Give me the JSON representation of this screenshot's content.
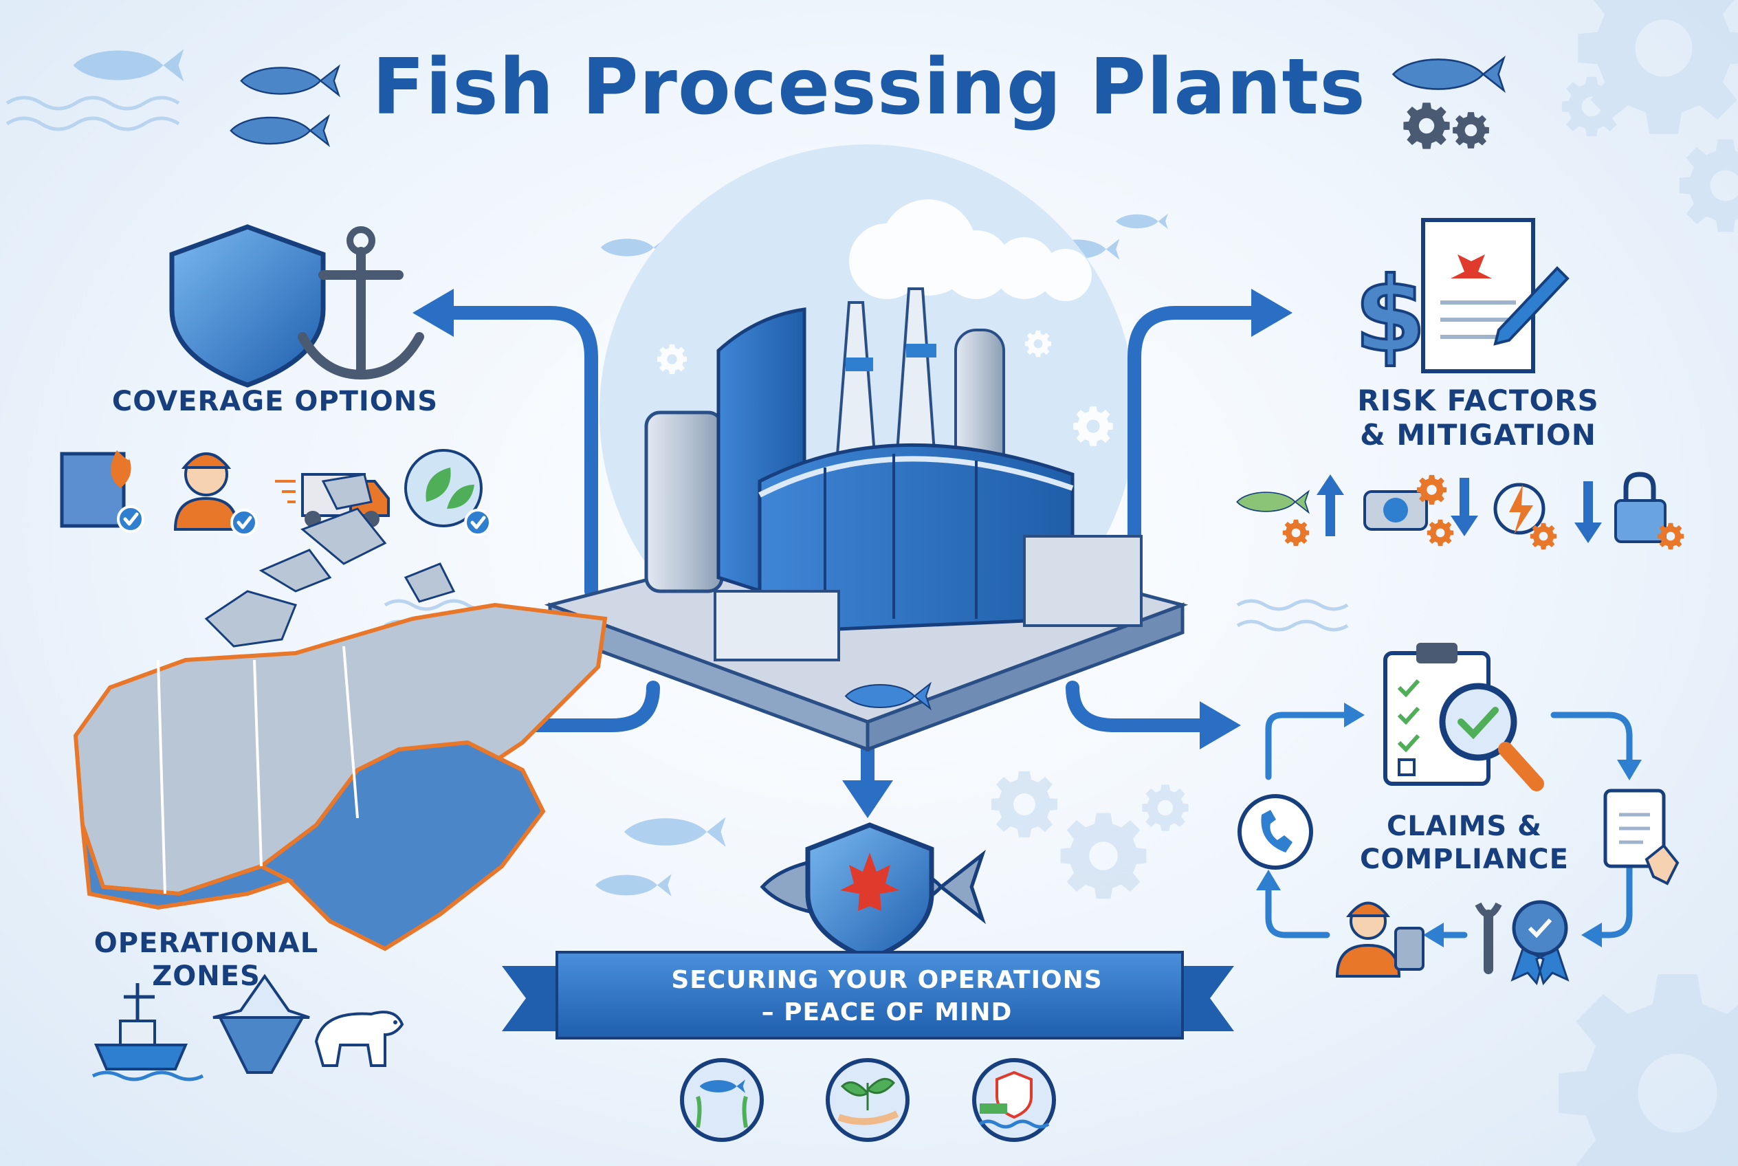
{
  "title": "Fish Processing Plants",
  "sections": {
    "coverage": {
      "heading": "COVERAGE OPTIONS"
    },
    "risk": {
      "heading_line1": "RISK FACTORS",
      "heading_line2": "& MITIGATION"
    },
    "operational": {
      "heading_line1": "OPERATIONAL",
      "heading_line2": "ZONES"
    },
    "claims": {
      "heading_line1": "CLAIMS &",
      "heading_line2": "COMPLIANCE"
    }
  },
  "banner": {
    "line1": "SECURING YOUR OPERATIONS",
    "line2": "– PEACE OF MIND"
  },
  "icons": {
    "coverage": [
      "building-fire-icon",
      "worker-icon",
      "delivery-truck-icon",
      "eco-leaf-icon"
    ],
    "risk": [
      "fish-gear-icon",
      "arrow-up-icon",
      "machine-gear-icon",
      "arrow-down-icon",
      "lightning-gear-icon",
      "arrow-down-icon",
      "lock-gear-icon"
    ],
    "operational": [
      "fishing-boat-icon",
      "iceberg-icon",
      "polar-bear-icon"
    ],
    "claims": [
      "checklist-clipboard-icon",
      "magnifier-check-icon",
      "phone-icon",
      "clipboard-hand-icon",
      "worker-tablet-icon",
      "wrench-icon",
      "award-ribbon-icon"
    ],
    "bottom": [
      "marine-life-icon",
      "plant-hand-icon",
      "harbor-shield-icon"
    ]
  },
  "colors": {
    "title": "#1d5aa8",
    "heading": "#173f7e",
    "accent_blue": "#2f7fd0",
    "arrow_blue": "#2a6fc4",
    "accent_orange": "#e8772a",
    "maple_red": "#e03a2c",
    "banner": "#2d74c7"
  }
}
